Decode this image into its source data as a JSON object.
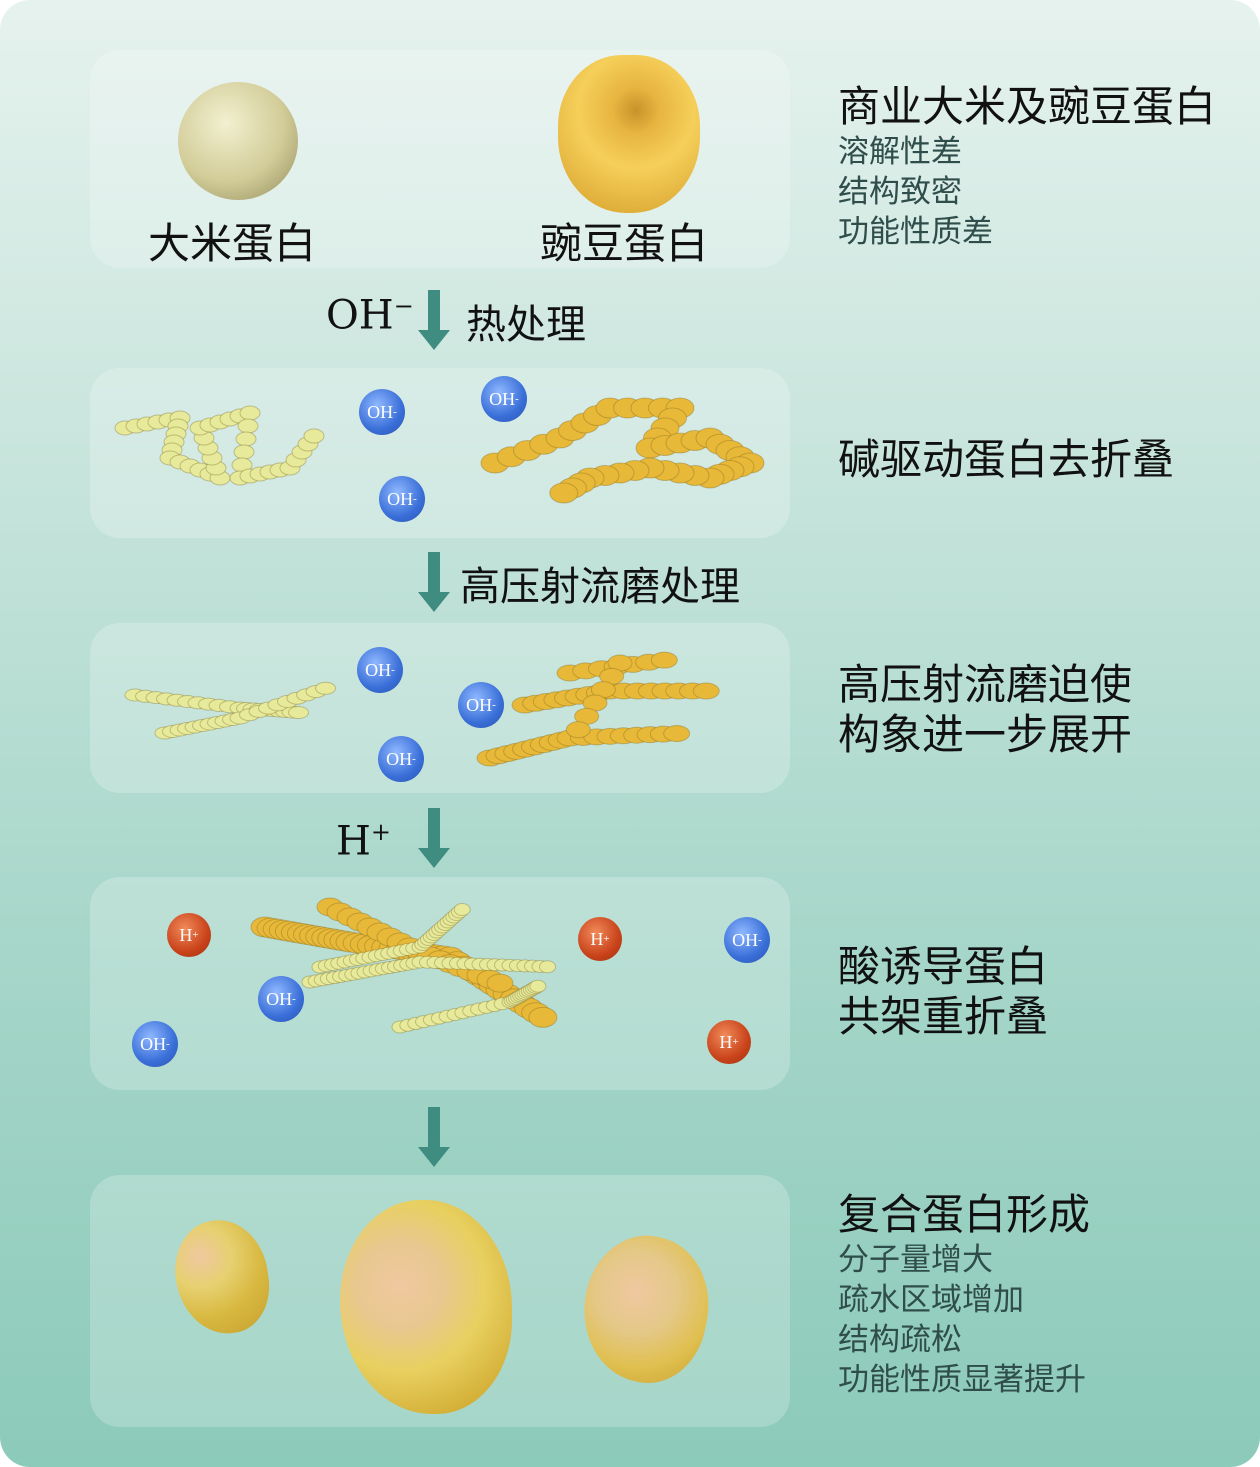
{
  "stage1": {
    "rice_label": "大米蛋白",
    "pea_label": "豌豆蛋白",
    "side": {
      "title": "商业大米及豌豆蛋白",
      "lines": [
        "溶解性差",
        "结构致密",
        "功能性质差"
      ]
    }
  },
  "step1": {
    "ion": "OH",
    "ion_charge": "−",
    "label": "热处理"
  },
  "stage2": {
    "side": {
      "title": "碱驱动蛋白去折叠"
    }
  },
  "step2": {
    "label": "高压射流磨处理"
  },
  "stage3": {
    "side": {
      "lines": [
        "高压射流磨迫使",
        "构象进一步展开"
      ]
    }
  },
  "step3": {
    "ion": "H",
    "ion_charge": "+"
  },
  "stage4": {
    "side": {
      "lines": [
        "酸诱导蛋白",
        "共架重折叠"
      ]
    }
  },
  "stage5": {
    "side": {
      "title": "复合蛋白形成",
      "lines": [
        "分子量增大",
        "疏水区域增加",
        "结构疏松",
        "功能性质显著提升"
      ]
    }
  },
  "ions": {
    "oh": "OH",
    "oh_charge": "-",
    "h": "H",
    "h_charge": "+"
  },
  "colors": {
    "rice": "#e6ea9a",
    "pea": "#e8b838",
    "oh": "#3a6fd8",
    "h": "#c9431a",
    "arrow": "#3f8c80"
  }
}
